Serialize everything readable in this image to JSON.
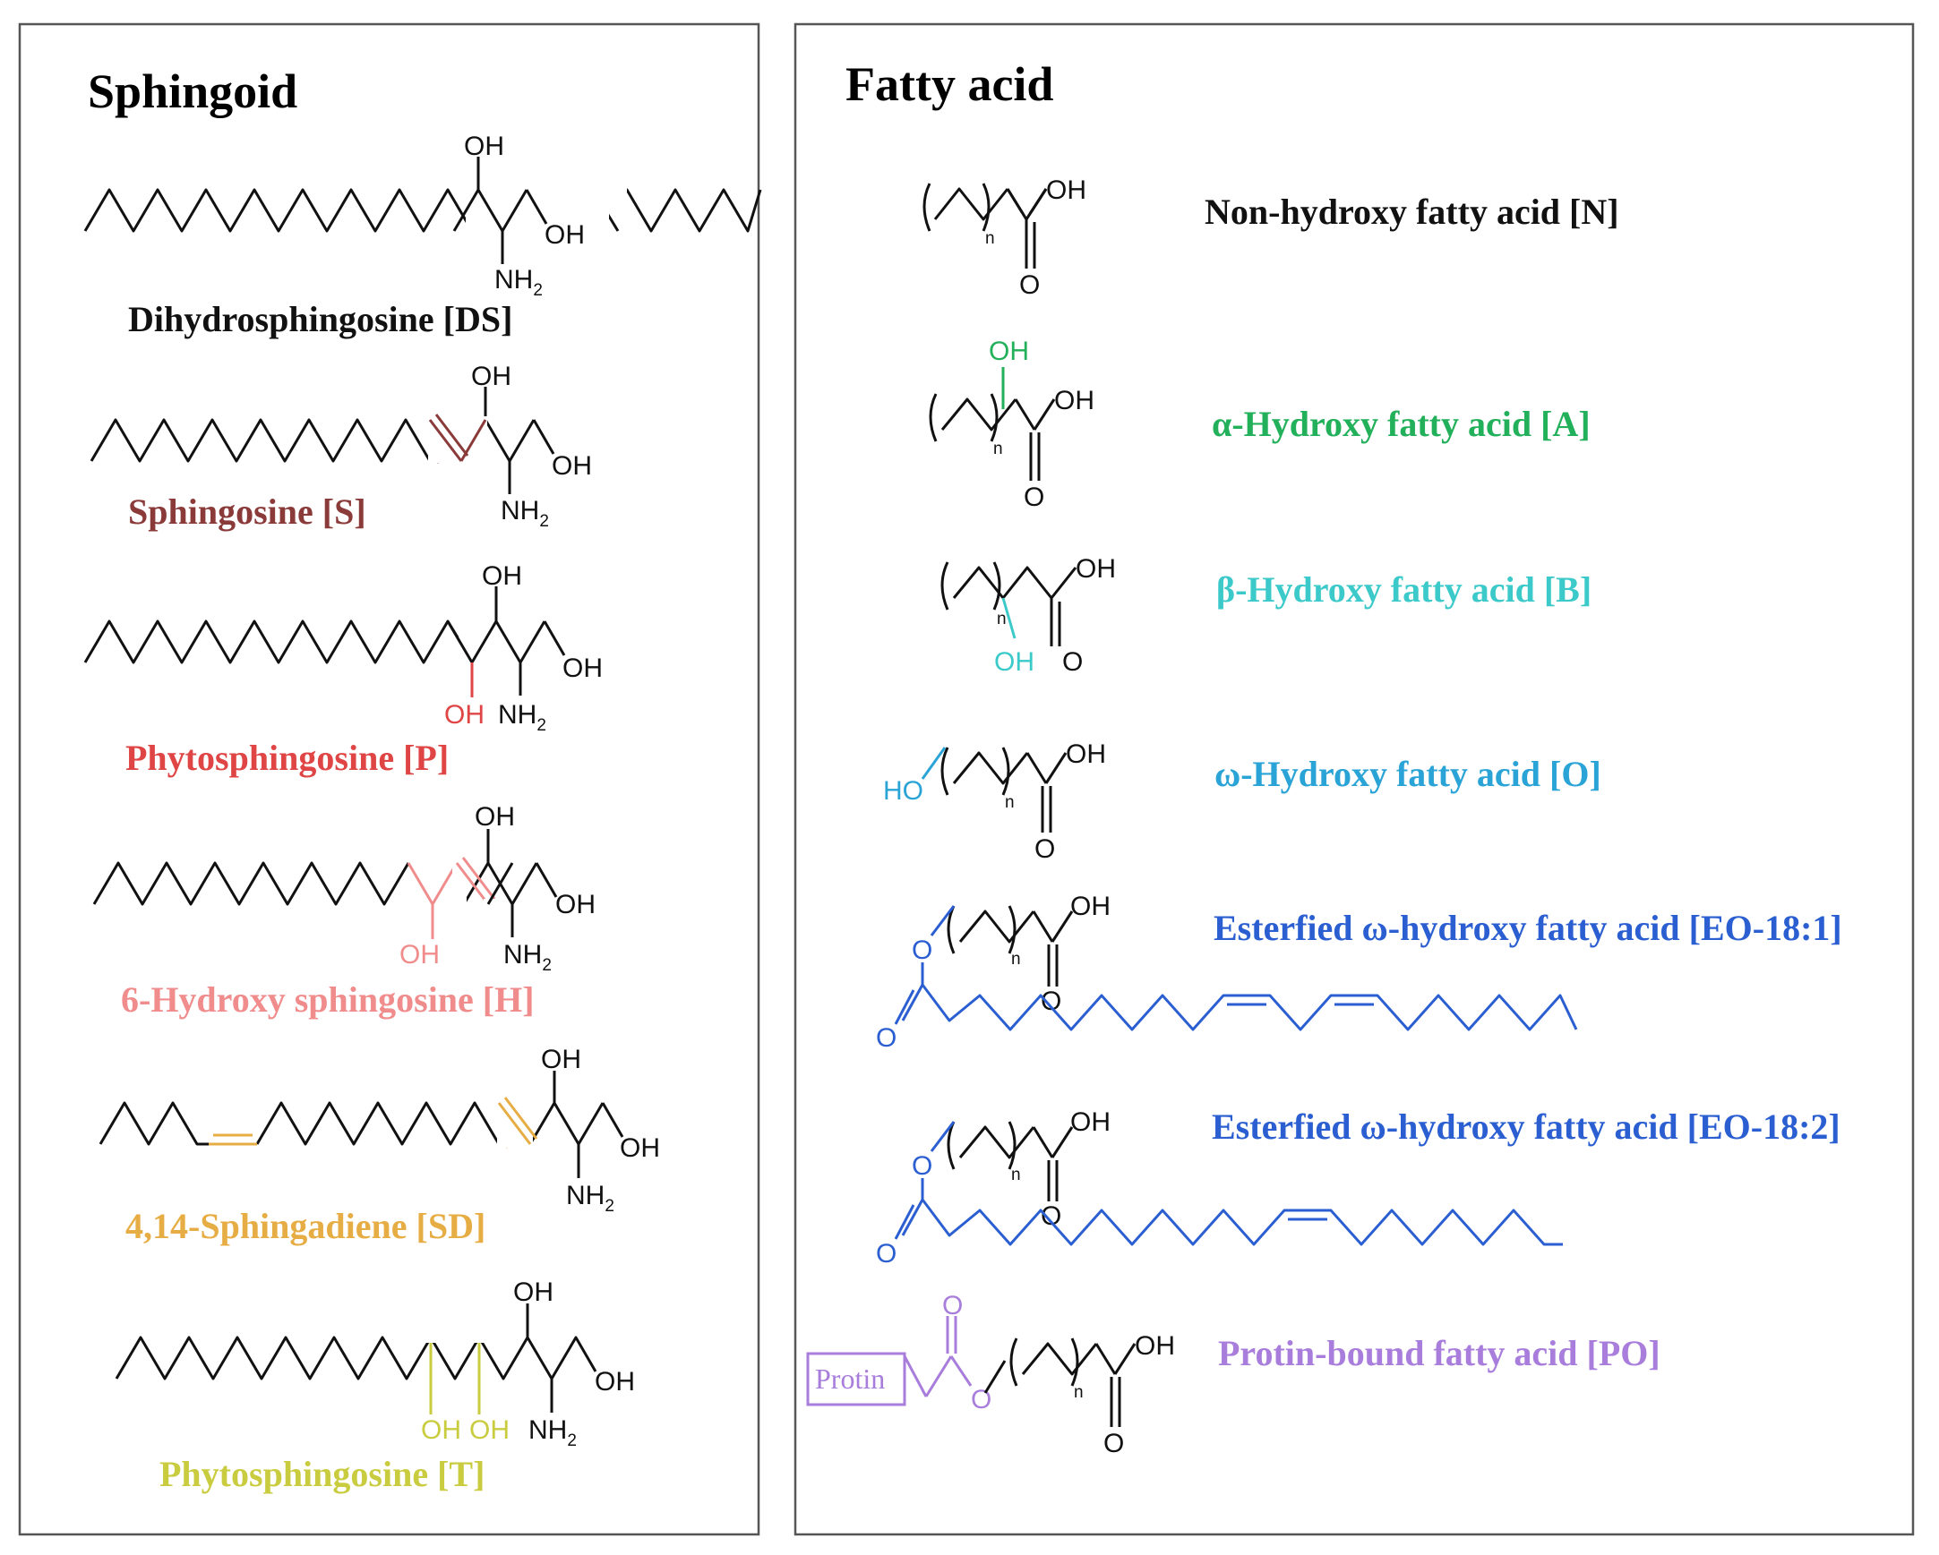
{
  "colors": {
    "black": "#111111",
    "S": "#8b3a3a",
    "P": "#e04545",
    "H": "#f08c8c",
    "SD": "#e7ad45",
    "T": "#c9cc3f",
    "A": "#22b05a",
    "B": "#3bc9c9",
    "O": "#2aa3d6",
    "EO": "#2b5fd1",
    "PO": "#a87ddb"
  },
  "sphingoid": {
    "title": "Sphingoid",
    "molecules": [
      {
        "key": "DS",
        "label": "Dihydrosphingosine [DS]",
        "color_key": "black"
      },
      {
        "key": "S",
        "label": "Sphingosine [S]",
        "color_key": "S"
      },
      {
        "key": "P",
        "label": "Phytosphingosine [P]",
        "color_key": "P"
      },
      {
        "key": "H",
        "label": "6-Hydroxy sphingosine [H]",
        "color_key": "H"
      },
      {
        "key": "SD",
        "label": "4,14-Sphingadiene [SD]",
        "color_key": "SD"
      },
      {
        "key": "T",
        "label": "Phytosphingosine [T]",
        "color_key": "T"
      }
    ]
  },
  "fatty_acid": {
    "title": "Fatty acid",
    "molecules": [
      {
        "key": "N",
        "label": "Non-hydroxy fatty acid [N]",
        "color_key": "black"
      },
      {
        "key": "A",
        "label": "α-Hydroxy fatty acid [A]",
        "color_key": "A"
      },
      {
        "key": "B",
        "label": "β-Hydroxy fatty acid [B]",
        "color_key": "B"
      },
      {
        "key": "O",
        "label": "ω-Hydroxy fatty acid [O]",
        "color_key": "O"
      },
      {
        "key": "EO1",
        "label": "Esterfied ω-hydroxy fatty acid [EO-18:1]",
        "color_key": "EO"
      },
      {
        "key": "EO2",
        "label": "Esterfied ω-hydroxy fatty acid [EO-18:2]",
        "color_key": "EO"
      },
      {
        "key": "PO",
        "label": "Protin-bound fatty acid [PO]",
        "color_key": "PO"
      }
    ]
  },
  "atoms": {
    "oh": "OH",
    "ho": "HO",
    "nh": "NH",
    "nh_sub": "2",
    "o": "O",
    "n": "n",
    "protin": "Protin"
  }
}
